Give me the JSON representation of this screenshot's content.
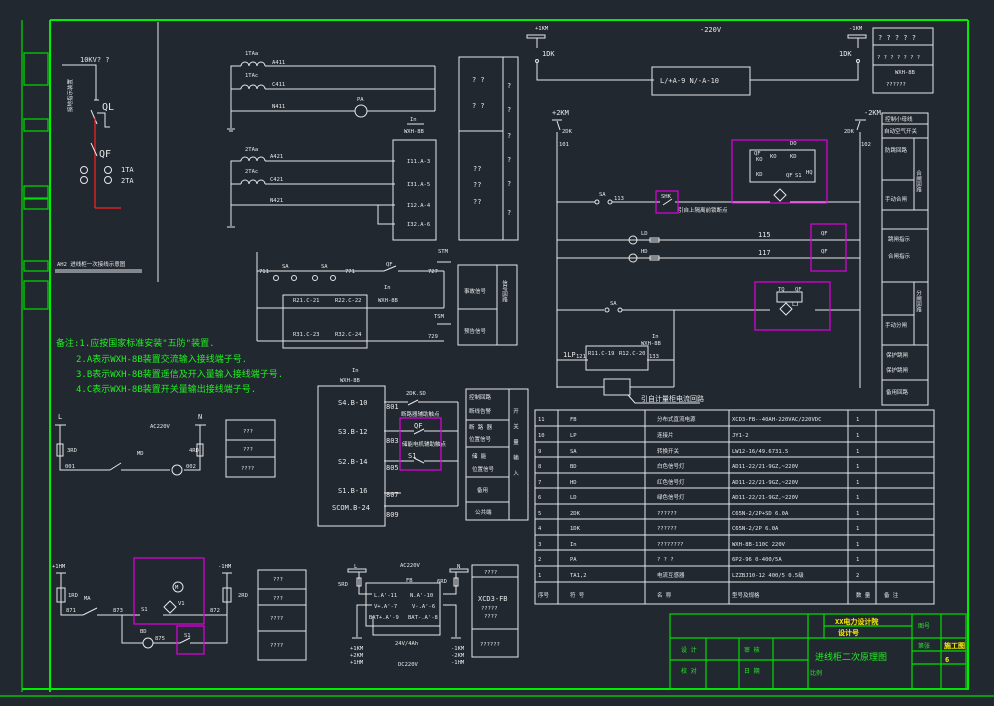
{
  "colors": {
    "background": "#212830",
    "frame": "#00ee00",
    "lines": "#e6e6e6",
    "highlight": "#e000e0",
    "feeder": "#ff2020",
    "title_text": "#ffee00"
  },
  "single_line": {
    "voltage": "10KV? ?",
    "ql": "QL",
    "qf": "QF",
    "ta1": "1TA",
    "ta2": "2TA",
    "side_label": "接地指示装置",
    "caption": "AH2 进线柜一次接线示意图"
  },
  "ct": {
    "ta1a": "1TAa",
    "ta1c": "1TAc",
    "a411": "A411",
    "c411": "C411",
    "n411": "N411",
    "pa": "PA",
    "ta2a": "2TAa",
    "ta2c": "2TAc",
    "a421": "A421",
    "c421": "C421",
    "n421": "N421",
    "in": "In",
    "dev": "WXH-8B",
    "t1": "I11.A-3",
    "t2": "I31.A-5",
    "t3": "I12.A-4",
    "t4": "I32.A-6"
  },
  "qbox1": {
    "r1": "? ?",
    "r2": "? ?",
    "r3": "??",
    "r4": "??",
    "r5": "??",
    "side": [
      "?",
      "?",
      "?",
      "?",
      "?",
      "?"
    ]
  },
  "dc": {
    "v": "-220V",
    "p1km": "+1KM",
    "m1km": "-1KM",
    "dk1": "1DK",
    "dk1b": "1DK",
    "box": "L/+A-9  N/-A-10"
  },
  "qbox2": {
    "r1": "? ? ? ? ?",
    "r2": "? ? ? ? ? ? ?",
    "r3": "WXH-8B",
    "r4": "??????"
  },
  "ctrl": {
    "p2km": "+2KM",
    "m2km": "-2KM",
    "dk2": "2DK",
    "dk2b": "2DK",
    "n101": "101",
    "n102": "102",
    "sa": "SA",
    "n113": "113",
    "shk": "SHK",
    "note_shk": "引自上隔离前锁断点",
    "ld": "LD",
    "hd": "HD",
    "n115": "115",
    "n117": "117",
    "qf1": "QF",
    "qf2": "QF",
    "sa2": "SA",
    "lp": "1LP",
    "n121": "121",
    "r11": "R11.C-19",
    "r12": "R12.C-20",
    "n133": "133",
    "in": "In",
    "dev": "WXH-8B",
    "note_meter": "引自计量柜电流回路",
    "hq_parts": [
      "QF",
      "KO",
      "KO",
      "KD",
      "DO",
      "HQ",
      "S1",
      "QF",
      "KD"
    ],
    "tq_parts": [
      "TQ",
      "QF",
      "LJ"
    ]
  },
  "legend_right": {
    "title": "控制小母线",
    "auto": "自动空气开关",
    "antijump": "防跳回路",
    "close_loop": "合闸回路",
    "manual_close": "手动合闸",
    "close_pos": "跳闸指示",
    "open_pos": "合闸指示",
    "open_loop": "分闸回路",
    "manual_open": "手动分闸",
    "prot": "保护跳闸",
    "prot2": "保护跳闸",
    "spare": "备用回路"
  },
  "signal": {
    "m711": "711",
    "sa1": "SA",
    "sa2": "SA",
    "n771": "771",
    "qf": "QF",
    "n727": "727",
    "stm": "STM",
    "r21": "R21.C-21",
    "r22": "R22.C-22",
    "r31": "R31.C-23",
    "r32": "R32.C-24",
    "in": "In",
    "dev": "WXH-8B",
    "tsm": "TSM",
    "n729": "729",
    "acc": "事故信号",
    "warn": "预告信号",
    "side": "信号回路"
  },
  "notes": [
    "备注:1.应按国家标准安装\"五防\"装置.",
    "2.A表示WXH-8B装置交流输入接线端子号.",
    "3.B表示WXH-8B装置遥信及开入量输入接线端子号.",
    "4.C表示WXH-8B装置开关量输出接线端子号."
  ],
  "di": {
    "in": "In",
    "dev": "WXH-8B",
    "s4": "S4.B-10",
    "s3": "S3.B-12",
    "s2": "S2.B-14",
    "s1": "S1.B-16",
    "scom": "SCOM.B-24",
    "n801": "801",
    "n803": "803",
    "n805": "805",
    "n807": "807",
    "n809": "809",
    "dk": "2DK.SD",
    "qf": "QF",
    "s1c": "S1",
    "qf_note": "断路器辅助触点",
    "s1_note": "储能电机辅助触点",
    "l1": "控制回路",
    "l1b": "断线告警",
    "l2": "断 路 器",
    "l2b": "位置信号",
    "l3": "储  能",
    "l3b": "位置信号",
    "l4": "备用",
    "l5": "公共端",
    "side": "开关量输入"
  },
  "heater": {
    "l": "L",
    "n": "N",
    "ac": "AC220V",
    "rd3": "3RD",
    "rd4": "4RD",
    "md": "MD",
    "n001": "001",
    "n002": "002",
    "box": [
      "???",
      "???",
      "????"
    ]
  },
  "motor": {
    "p1hm": "+1HM",
    "m1hm": "-1HM",
    "rd1": "1RD",
    "rd2": "2RD",
    "ma": "MA",
    "n871": "871",
    "n873": "873",
    "n872": "872",
    "s1": "S1",
    "m": "M",
    "v1": "V1",
    "bd": "BD",
    "n875": "875",
    "s1b": "S1",
    "box": [
      "???",
      "???",
      "????",
      "????"
    ]
  },
  "fb": {
    "l": "L",
    "n": "N",
    "ac": "AC220V",
    "fb": "FB",
    "rd5": "5RD",
    "rd6": "6RD",
    "t1": "L.A'-11",
    "t2": "N.A'-10",
    "t3": "V+.A'-7",
    "t4": "V-.A'-6",
    "t5": "BAT+.A'-9",
    "t6": "BAT-.A'-8",
    "bat": "24V/4Ah",
    "dc": "DC220V",
    "pl": [
      "+1KM",
      "+2KM",
      "+1HM"
    ],
    "ml": [
      "-1KM",
      "-2KM",
      "-1HM"
    ]
  },
  "xcd": {
    "r1": "????",
    "r2": "XCD3-FB",
    "r3": "?????",
    "r4": "????",
    "r5": "??????"
  },
  "parts_table": {
    "headers": [
      "序号",
      "符  号",
      "名    称",
      "型号及规格",
      "数 量",
      "备 注"
    ],
    "rows": [
      [
        "11",
        "FB",
        "分布式直流电源",
        "XCD3-FB--40AH-220VAC/220VDC",
        "1",
        ""
      ],
      [
        "10",
        "LP",
        "连接片",
        "JY1-2",
        "1",
        ""
      ],
      [
        "9",
        "SA",
        "转换开关",
        "LW12-16/49.6731.5",
        "1",
        ""
      ],
      [
        "8",
        "BD",
        "白色信号灯",
        "AD11-22/21-9GZ,~220V",
        "1",
        ""
      ],
      [
        "7",
        "HD",
        "红色信号灯",
        "AD11-22/21-9GZ,~220V",
        "1",
        ""
      ],
      [
        "6",
        "LD",
        "绿色信号灯",
        "AD11-22/21-9GZ,~220V",
        "1",
        ""
      ],
      [
        "5",
        "2DK",
        "??????",
        "C65N-2/2P+SD 6.0A",
        "1",
        ""
      ],
      [
        "4",
        "1DK",
        "??????",
        "C65N-2/2P 6.0A",
        "1",
        ""
      ],
      [
        "3",
        "In",
        "????????",
        "WXH-8B-110C  220V",
        "1",
        ""
      ],
      [
        "2",
        "PA",
        "? ? ?",
        "6P2-96  0-400/5A",
        "1",
        ""
      ],
      [
        "1",
        "TA1,2",
        "电流互感器",
        "LZZBJ10-12 400/5 0.5级",
        "2",
        ""
      ]
    ]
  },
  "title_block": {
    "company": "XX电力设计院",
    "project": "设计号",
    "drawing": "进线柜二次原理图",
    "scale": "比例",
    "sheet": "第张",
    "made": "设 计",
    "check": "校 对",
    "approve": "审 核",
    "date": "日 期",
    "code": "图号",
    "status": "施工图",
    "num": "6"
  }
}
